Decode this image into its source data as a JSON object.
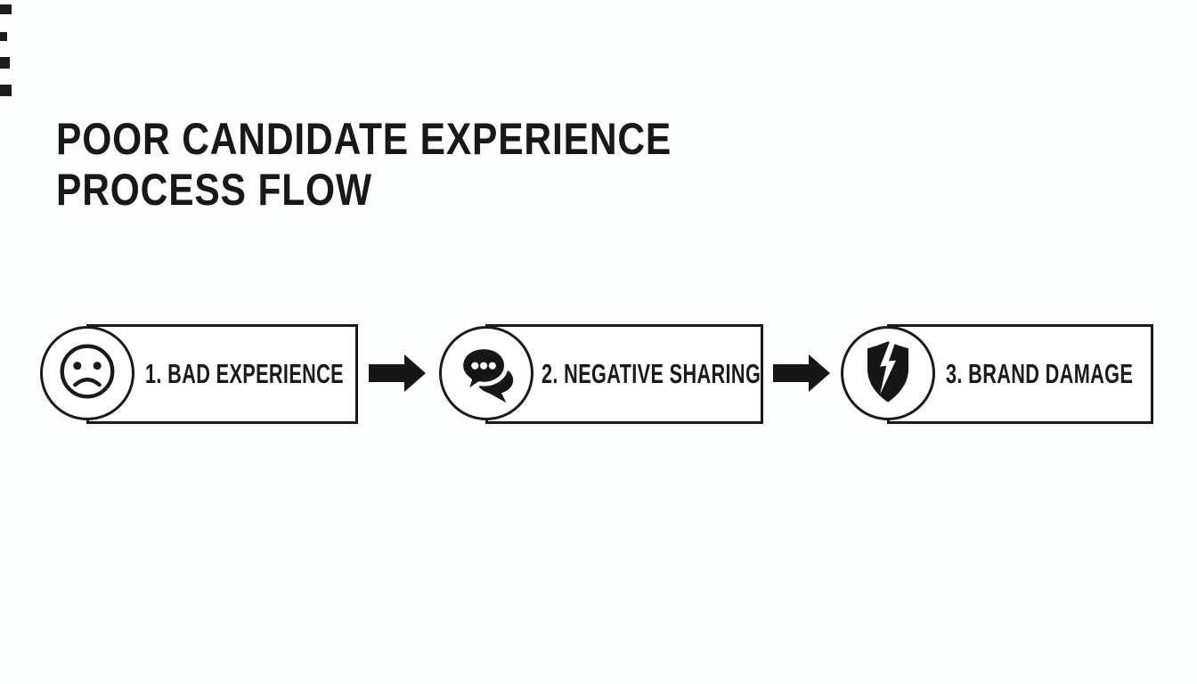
{
  "title": {
    "line1": "POOR CANDIDATE EXPERIENCE",
    "line2": "PROCESS FLOW"
  },
  "steps": [
    {
      "label": "1. BAD EXPERIENCE",
      "icon": "sad-face-icon"
    },
    {
      "label": "2. NEGATIVE SHARING",
      "icon": "speech-bubbles-icon"
    },
    {
      "label": "3. BRAND DAMAGE",
      "icon": "damaged-shield-icon"
    }
  ],
  "arrows": {
    "count": 2,
    "direction": "right"
  },
  "colors": {
    "ink": "#1a1a1a",
    "background": "#fcfdfd",
    "box_fill": "#ffffff"
  }
}
